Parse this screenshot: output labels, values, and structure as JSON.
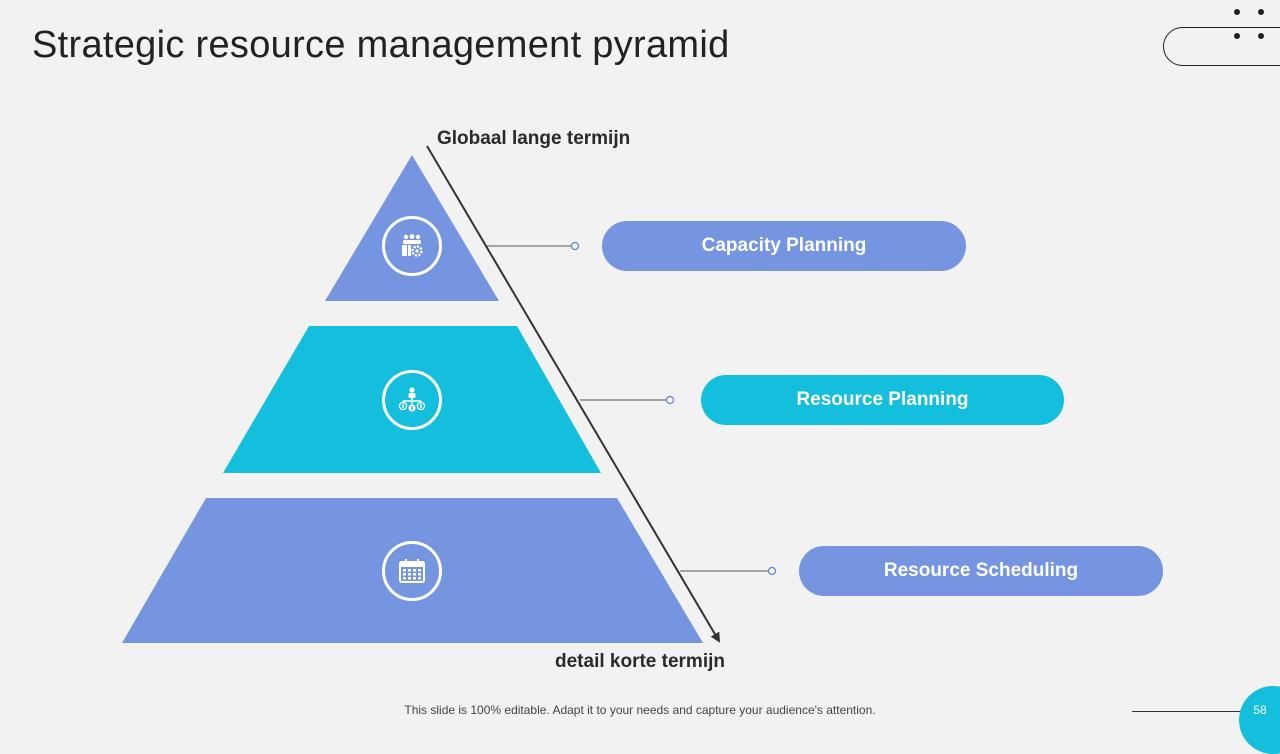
{
  "title": "Strategic resource management pyramid",
  "axis": {
    "top_label": "Globaal lange termijn",
    "bottom_label": "detail korte termijn"
  },
  "tiers": [
    {
      "label": "Capacity Planning",
      "icon": "team-gear-icon",
      "color": "#7595e0"
    },
    {
      "label": "Resource Planning",
      "icon": "money-hierarchy-icon",
      "color": "#13bfdc"
    },
    {
      "label": "Resource Scheduling",
      "icon": "calendar-icon",
      "color": "#7595e0"
    }
  ],
  "footer": {
    "note": "This slide is 100% editable. Adapt it to your needs and capture your audience's attention.",
    "page_number": "58"
  }
}
